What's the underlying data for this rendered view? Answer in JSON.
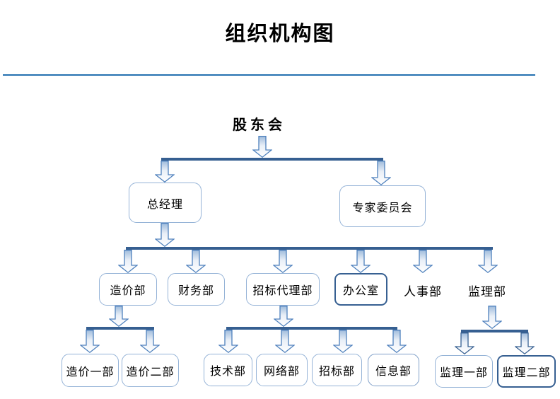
{
  "page": {
    "title": "组织机构图"
  },
  "hierarchy": {
    "label": "股东会",
    "children": [
      {
        "label": "总经理",
        "children": [
          {
            "label": "造价部",
            "children": [
              {
                "label": "造价一部"
              },
              {
                "label": "造价二部"
              }
            ]
          },
          {
            "label": "财务部"
          },
          {
            "label": "招标代理部",
            "children": [
              {
                "label": "技术部"
              },
              {
                "label": "网络部"
              },
              {
                "label": "招标部"
              },
              {
                "label": "信息部"
              }
            ]
          },
          {
            "label": "办公室"
          },
          {
            "label": "人事部"
          },
          {
            "label": "监理部",
            "children": [
              {
                "label": "监理一部"
              },
              {
                "label": "监理二部"
              }
            ]
          }
        ]
      },
      {
        "label": "专家委员会"
      }
    ]
  },
  "colors": {
    "divider": "#2471B0",
    "connector_bar": "#365F91",
    "arrow_outline": "#4F81BD",
    "arrow_outline_dark": "#376092",
    "box_border_light": "#95B3D7",
    "box_border_medium": "#7F9FC8",
    "box_border_dark": "#376092",
    "text": "#000000"
  }
}
